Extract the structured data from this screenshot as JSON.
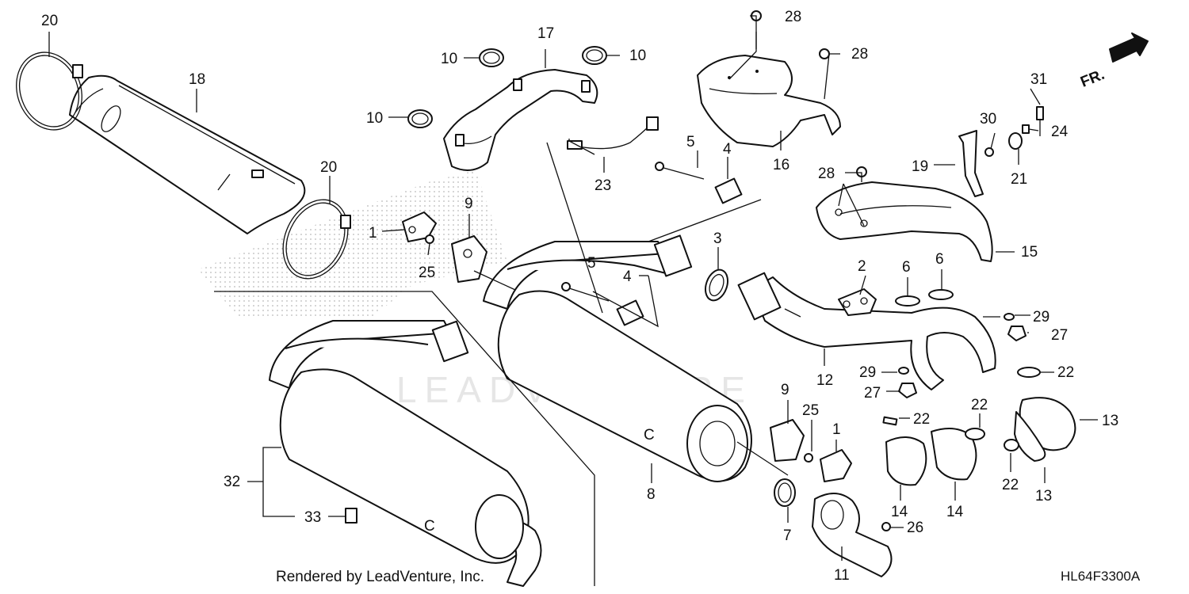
{
  "diagram": {
    "footer_text": "Rendered by LeadVenture, Inc.",
    "diagram_code": "HL64F3300A",
    "front_marker": "FR.",
    "watermark": "LEADVENTURE",
    "callouts": {
      "c1a": "1",
      "c1b": "1",
      "c2": "2",
      "c4a": "4",
      "c4b": "4",
      "c5a": "5",
      "c5b": "5",
      "c6a": "6",
      "c6b": "6",
      "c7": "7",
      "c8": "8",
      "c9a": "9",
      "c9b": "9",
      "c10a": "10",
      "c10b": "10",
      "c10c": "10",
      "c11": "11",
      "c12": "12",
      "c13a": "13",
      "c13b": "13",
      "c14a": "14",
      "c14b": "14",
      "c15": "15",
      "c16": "16",
      "c17": "17",
      "c18": "18",
      "c19": "19",
      "c20a": "20",
      "c20b": "20",
      "c21": "21",
      "c22a": "22",
      "c22b": "22",
      "c22c": "22",
      "c22d": "22",
      "c23": "23",
      "c24": "24",
      "c25a": "25",
      "c25b": "25",
      "c26": "26",
      "c27a": "27",
      "c27b": "27",
      "c28a": "28",
      "c28b": "28",
      "c28c": "28",
      "c29a": "29",
      "c29b": "29",
      "c30": "30",
      "c31": "31",
      "c32": "32",
      "c33": "33",
      "c3": "3"
    }
  }
}
